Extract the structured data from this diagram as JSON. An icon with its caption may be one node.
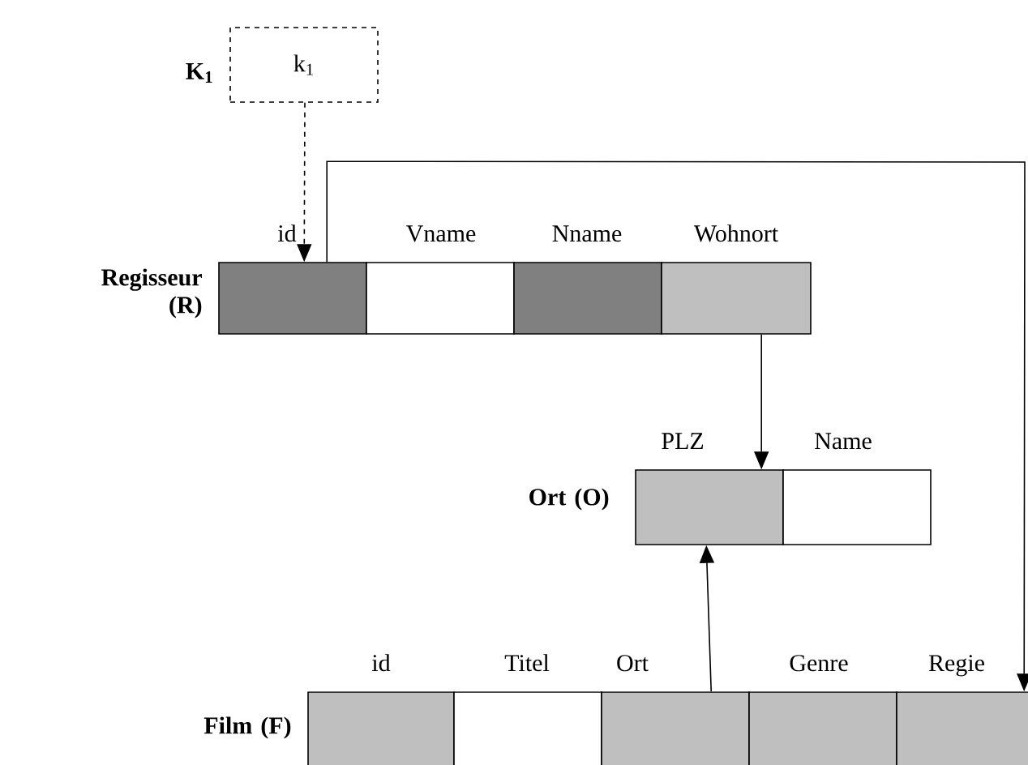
{
  "diagram": {
    "nodes": [
      {
        "text": [
          "k$_{1}$"
        ],
        "beside": [
          "K$_{1}$"
        ]
      },
      {
        "text": [
          "id"
        ]
      },
      {
        "text": [
          "Vname"
        ]
      },
      {
        "text": [
          "Nname"
        ]
      },
      {
        "text": [
          "Wohnort"
        ]
      },
      {
        "text": [
          "PLZ"
        ]
      },
      {
        "text": [
          "Name"
        ]
      },
      {
        "text": [
          "id"
        ]
      },
      {
        "text": [
          "Titel"
        ]
      },
      {
        "text": [
          "Ort"
        ]
      },
      {
        "text": [
          "Genre"
        ]
      },
      {
        "text": [
          "Regie"
        ]
      }
    ],
    "edges": [
      {
        "from": 0,
        "to": 1,
        "arrow": "to",
        "style": "dashed"
      },
      {
        "from": 4,
        "to": 5,
        "arrow": "to"
      },
      {
        "from": 9,
        "to": 5,
        "arrow": "to"
      },
      {
        "from": 1,
        "to": 11,
        "arrow": "to"
      }
    ],
    "labels": [
      "Regisseur (R)",
      "Ort (O)",
      "Film (F)"
    ]
  }
}
